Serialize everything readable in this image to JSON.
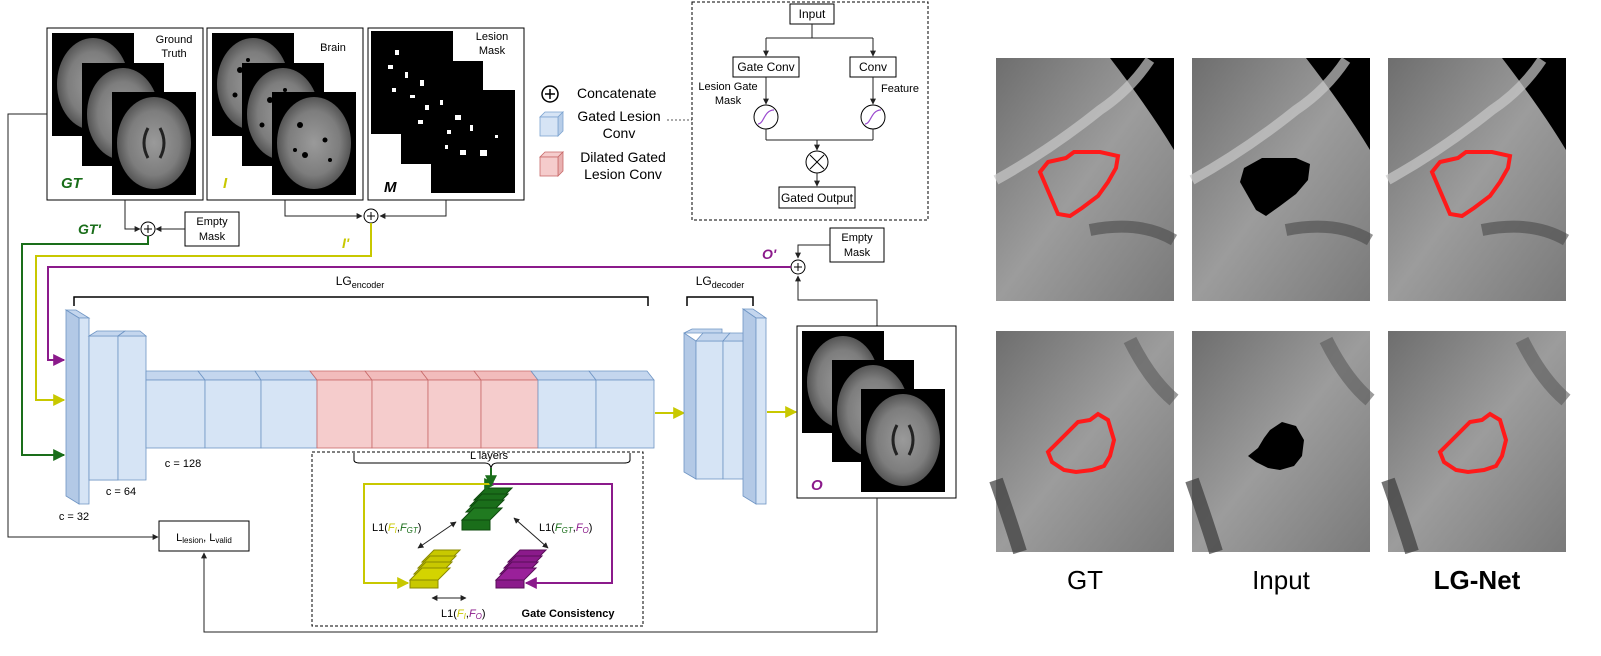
{
  "legend": {
    "concatenate": "Concatenate",
    "gated_line1": "Gated Lesion",
    "gated_line2": "Conv",
    "dilated_line1": "Dilated Gated",
    "dilated_line2": "Lesion Conv"
  },
  "gate_block": {
    "input": "Input",
    "gate_conv": "Gate Conv",
    "conv": "Conv",
    "lesion_gate_mask_line1": "Lesion Gate",
    "lesion_gate_mask_line2": "Mask",
    "feature": "Feature",
    "gated_output": "Gated Output"
  },
  "inputs": {
    "gt_caption_line1": "Ground",
    "gt_caption_line2": "Truth",
    "gt_symbol": "GT",
    "brain_caption": "Brain",
    "brain_symbol": "I",
    "mask_caption_line1": "Lesion",
    "mask_caption_line2": "Mask",
    "mask_symbol": "M",
    "gt_prime": "GT'",
    "i_prime": "I'",
    "o_prime": "O'",
    "empty_mask_line1": "Empty",
    "empty_mask_line2": "Mask",
    "output_symbol": "O"
  },
  "network": {
    "encoder_base": "LG",
    "encoder_sub": "encoder",
    "decoder_base": "LG",
    "decoder_sub": "decoder",
    "c32": "c = 32",
    "c64": "c = 64",
    "c128": "c = 128",
    "l_layers": "L layers"
  },
  "loss": {
    "l_base1": "L",
    "l_sub1": "lesion",
    "sep": ", ",
    "l_base2": "L",
    "l_sub2": "valid"
  },
  "consistency": {
    "title": "Gate Consistency",
    "l1_left": "L1(",
    "l1_comma": ",",
    "l1_close": ")",
    "F": "F",
    "sub_I": "I",
    "sub_GT": "GT",
    "sub_O": "O"
  },
  "results": {
    "col1": "GT",
    "col2": "Input",
    "col3": "LG-Net"
  },
  "colors": {
    "gt_green": "#1a6e1a",
    "i_yellow": "#c8c800",
    "o_purple": "#8b1a8b",
    "gated_blue": "#d6e4f5",
    "dilated_red": "#f5cccc",
    "lesion_red": "#ff1a1a"
  }
}
